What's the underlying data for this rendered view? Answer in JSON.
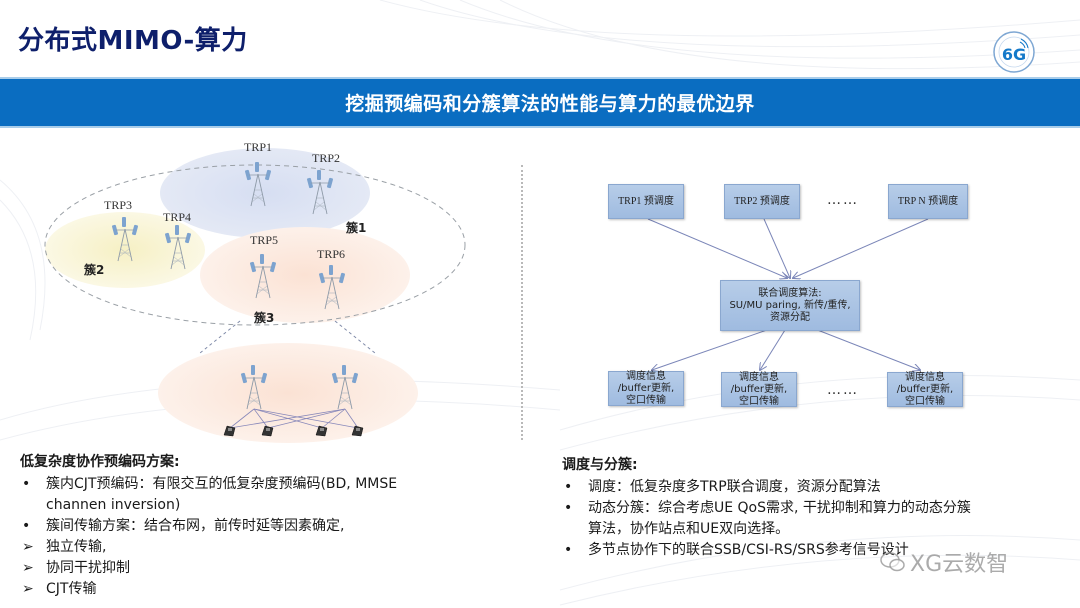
{
  "slide": {
    "title": "分布式MIMO-算力",
    "banner": "挖掘预编码和分簇算法的性能与算力的最优边界",
    "logo": "6G-promotion-group-logo"
  },
  "diagram_left": {
    "trps": [
      {
        "label": "TRP1"
      },
      {
        "label": "TRP2"
      },
      {
        "label": "TRP3"
      },
      {
        "label": "TRP4"
      },
      {
        "label": "TRP5"
      },
      {
        "label": "TRP6"
      }
    ],
    "clusters": [
      {
        "label": "簇1",
        "color": "#dbe3f3"
      },
      {
        "label": "簇2",
        "color": "#f7f3cf"
      },
      {
        "label": "簇3",
        "color": "#fbe8dc"
      }
    ],
    "zoom_region_color": "#fdebe0"
  },
  "flowchart": {
    "top_boxes": [
      "TRP1 预调度",
      "TRP2 预调度",
      "TRP N 预调度"
    ],
    "ellipsis": "……",
    "center_box": {
      "line1": "联合调度算法:",
      "line2": "SU/MU paring, 新传/重传,",
      "line3": "资源分配"
    },
    "bottom_boxes": [
      {
        "line1": "调度信息",
        "line2": "/buffer更新,",
        "line3": "空口传输"
      },
      {
        "line1": "调度信息",
        "line2": "/buffer更新,",
        "line3": "空口传输"
      },
      {
        "line1": "调度信息",
        "line2": "/buffer更新,",
        "line3": "空口传输"
      }
    ]
  },
  "left_text": {
    "heading": "低复杂度协作预编码方案:",
    "items": [
      {
        "marker": "•",
        "text": "簇内CJT预编码：有限交互的低复杂度预编码(BD, MMSE",
        "cont": "channen inversion)"
      },
      {
        "marker": "•",
        "text": "簇间传输方案：结合布网，前传时延等因素确定,"
      },
      {
        "marker": "➢",
        "text": "独立传输,"
      },
      {
        "marker": "➢",
        "text": "协同干扰抑制"
      },
      {
        "marker": "➢",
        "text": "CJT传输"
      }
    ]
  },
  "right_text": {
    "heading": "调度与分簇:",
    "items": [
      {
        "marker": "•",
        "text": "调度：低复杂度多TRP联合调度，资源分配算法"
      },
      {
        "marker": "•",
        "text": "动态分簇：综合考虑UE QoS需求, 干扰抑制和算力的动态分簇",
        "cont": "算法，协作站点和UE双向选择。"
      },
      {
        "marker": "•",
        "text": "多节点协作下的联合SSB/CSI-RS/SRS参考信号设计"
      }
    ]
  },
  "watermark": {
    "text": "XG云数智",
    "icon": "wechat-icon"
  },
  "colors": {
    "title": "#0e1f6b",
    "banner": "#0a6dc1",
    "box": "#a9c3e4"
  }
}
